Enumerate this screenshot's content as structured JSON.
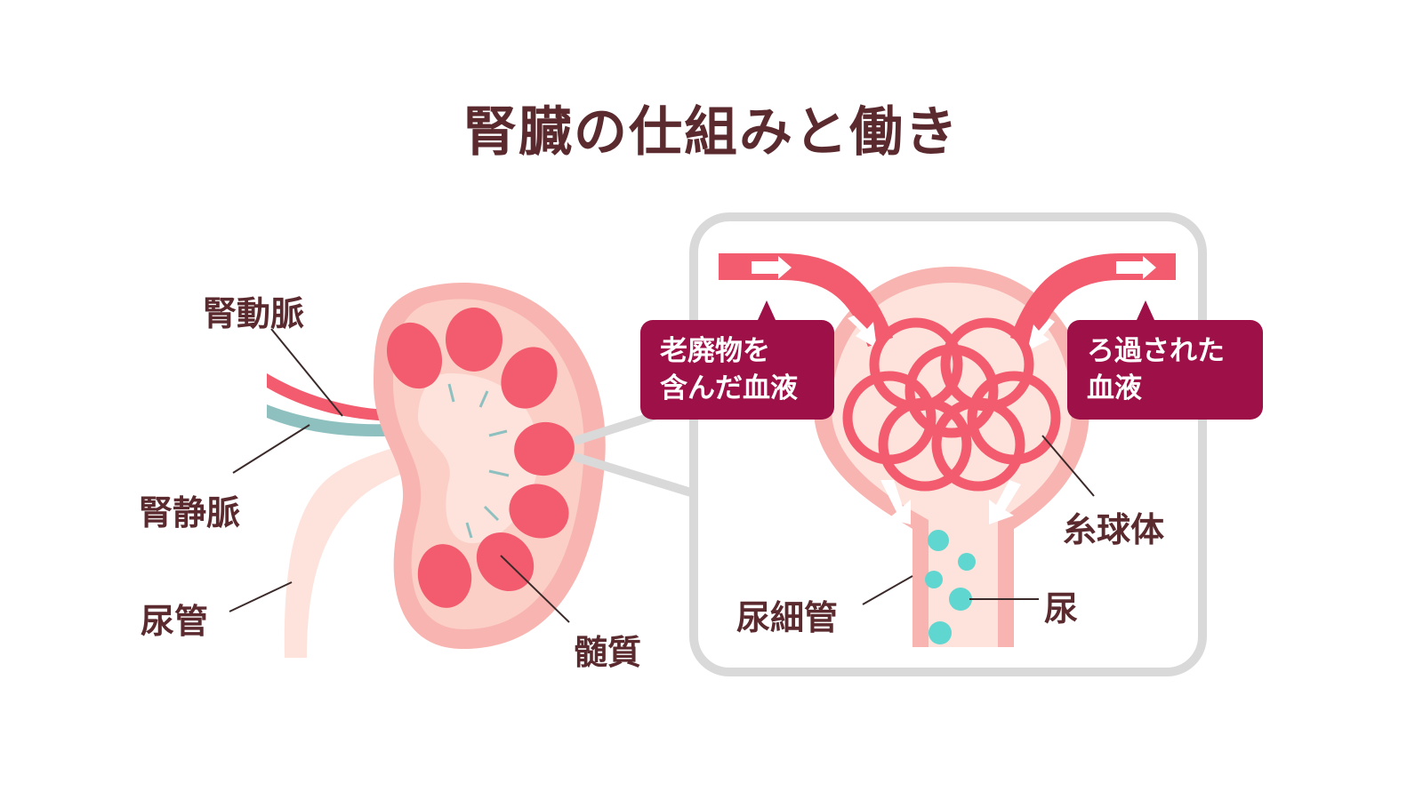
{
  "title": "腎臓の仕組みと働き",
  "labels": {
    "renal_artery": "腎動脈",
    "renal_vein": "腎静脈",
    "ureter": "尿管",
    "medulla": "髄質",
    "glomerulus": "糸球体",
    "renal_tubule": "尿細管",
    "urine": "尿"
  },
  "callouts": {
    "incoming": {
      "line1": "老廃物を",
      "line2": "含んだ血液"
    },
    "outgoing": {
      "line1": "ろ過された",
      "line2": "血液"
    }
  },
  "colors": {
    "title_text": "#5a2a2e",
    "callout_bg": "#9e1148",
    "vessel": "#f25c6e",
    "kidney_outer": "#f8b4b0",
    "kidney_inner": "#fde3dc",
    "vein": "#8fc0c0",
    "urine_particle": "#5fd6cf",
    "inset_border": "#d9d9d9"
  }
}
